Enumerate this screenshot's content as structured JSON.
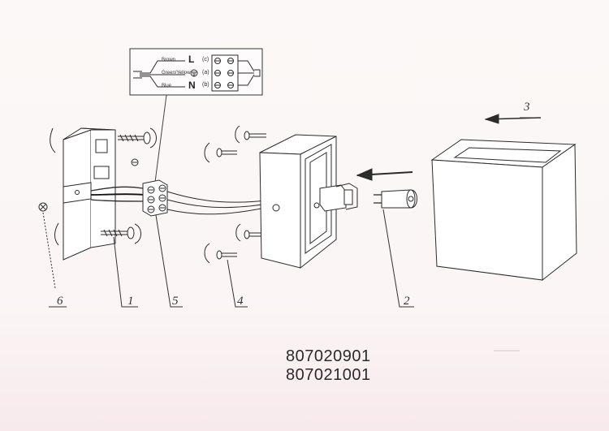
{
  "inset": {
    "wires": [
      "Brown",
      "Green/Yellow",
      "Blue"
    ],
    "terminals": [
      "L",
      "",
      "N"
    ],
    "codes": [
      "(c)",
      "(a)",
      "(b)"
    ]
  },
  "parts": {
    "p1": "1",
    "p2": "2",
    "p3": "3",
    "p4": "4",
    "p5": "5",
    "p6": "6"
  },
  "models": [
    "807020901",
    "807021001"
  ]
}
